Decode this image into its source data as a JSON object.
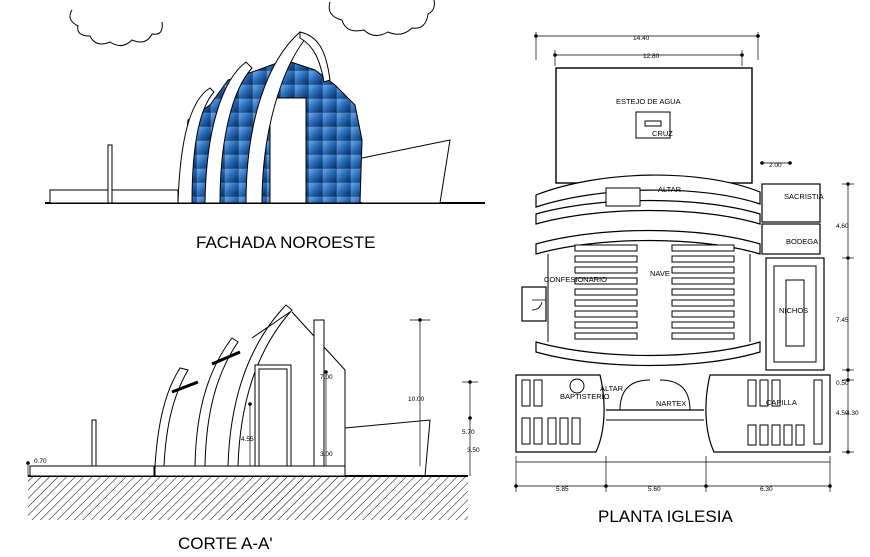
{
  "titles": {
    "fachada": "FACHADA NOROESTE",
    "corte": "CORTE A-A'",
    "planta": "PLANTA IGLESIA"
  },
  "plan_labels": {
    "estejo": "ESTEJO DE AGUA",
    "cruz": "CRUZ",
    "altar": "ALTAR",
    "sacristia": "SACRISTIA",
    "bodega": "BODEGA",
    "confesionario": "CONFESIONARIO",
    "nave": "NAVE",
    "nichos": "NICHOS",
    "bautisterio": "BAPTISTERIO",
    "altar2": "ALTAR",
    "nartex": "NARTEX",
    "capilla": "CAPILLA"
  },
  "plan_dims": {
    "top_outer": "14.40",
    "top_inner": "12.80",
    "side_top": "2.00",
    "right_1": "4.60",
    "right_2": "7.45",
    "right_3": "0.50",
    "right_4": "4.50",
    "right_5": "4.30",
    "bottom_1": "5.85",
    "bottom_2": "5.60",
    "bottom_3": "6.30"
  },
  "section_dims": {
    "left": "0.70",
    "door": "4.55",
    "wall_top": "7.00",
    "wall_low": "3.00",
    "total": "10.00",
    "right_a": "5.70",
    "right_b": "3.50"
  },
  "colors": {
    "glass": "#1f5fa8",
    "glass_light": "#5f9bd8",
    "line": "#000000"
  }
}
